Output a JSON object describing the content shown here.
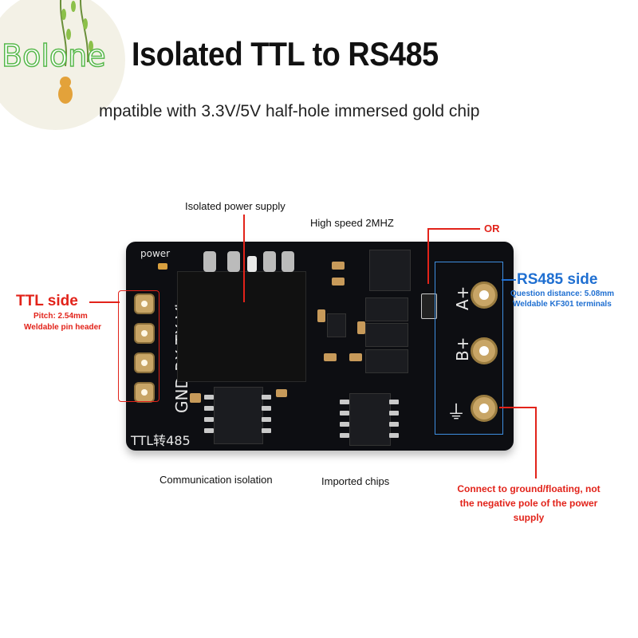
{
  "header": {
    "title": "Isolated TTL to RS485",
    "subtitle": "mpatible with 3.3V/5V half-hole immersed gold chip",
    "logo_text": "Bolone"
  },
  "annotations": {
    "isolated_power": "Isolated power supply",
    "high_speed": "High speed 2MHZ",
    "or_label": "OR",
    "ttl_side": "TTL side",
    "ttl_pitch": "Pitch: 2.54mm",
    "ttl_header": "Weldable pin header",
    "rs485_side": "RS485 side",
    "rs485_distance": "Question distance: 5.08mm",
    "rs485_terminals": "Weldable KF301 terminals",
    "comm_isolation": "Communication isolation",
    "imported_chips": "Imported chips",
    "ground_note_1": "Connect to ground/floating, not",
    "ground_note_2": "the negative pole of the power",
    "ground_note_3": "supply"
  },
  "board": {
    "power_label": "power",
    "pin_labels": "GND RX TX Vin",
    "model_label": "TTL转485",
    "terminal_a": "A+",
    "terminal_b": "B+",
    "ground_symbol": "⏚"
  },
  "colors": {
    "accent_red": "#e2231a",
    "accent_blue": "#1f6fd1",
    "board": "#0d0e12"
  }
}
